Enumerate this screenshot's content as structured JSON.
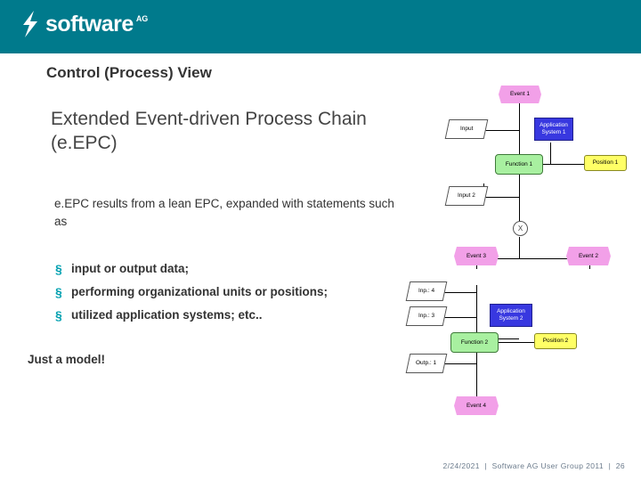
{
  "header": {
    "logo_text": "software",
    "logo_suffix": "AG",
    "logo_icon": "lightning-bolt-icon",
    "band_color": "#007a8c"
  },
  "slide": {
    "title": "Control (Process) View",
    "subtitle": "Extended Event-driven Process Chain (e.EPC)",
    "body": "e.EPC results from a lean EPC, expanded with statements such as",
    "bullets": [
      "input or output data;",
      "performing organizational units or positions;",
      "utilized application systems; etc.."
    ],
    "bullet_marker": "§",
    "closing_line": "Just a model!"
  },
  "footer": {
    "date": "2/24/2021",
    "sep1": "|",
    "source": "Software AG User Group 2011",
    "sep2": "|",
    "page": "26"
  },
  "diagram": {
    "title": "eEPC-diagram",
    "nodes": [
      {
        "id": "event1",
        "label": "Event 1",
        "type": "event"
      },
      {
        "id": "input1",
        "label": "Input",
        "type": "data"
      },
      {
        "id": "appsys1",
        "label": "Application\nSystem 1",
        "type": "app"
      },
      {
        "id": "function1",
        "label": "Function 1",
        "type": "function"
      },
      {
        "id": "position1",
        "label": "Position 1",
        "type": "position"
      },
      {
        "id": "input2",
        "label": "Input 2",
        "type": "data"
      },
      {
        "id": "operator",
        "label": "X",
        "type": "operator"
      },
      {
        "id": "event3",
        "label": "Event 3",
        "type": "event"
      },
      {
        "id": "event2",
        "label": "Event 2",
        "type": "event"
      },
      {
        "id": "input4",
        "label": "Inp.: 4",
        "type": "data"
      },
      {
        "id": "input3",
        "label": "Inp.: 3",
        "type": "data"
      },
      {
        "id": "appsys2",
        "label": "Application\nSystem 2",
        "type": "app"
      },
      {
        "id": "function2",
        "label": "Function 2",
        "type": "function"
      },
      {
        "id": "position2",
        "label": "Position 2",
        "type": "position"
      },
      {
        "id": "output1",
        "label": "Outp.: 1",
        "type": "data"
      },
      {
        "id": "event4",
        "label": "Event 4",
        "type": "event"
      }
    ],
    "colors": {
      "event": "#f2a0e8",
      "function": "#a8f0a0",
      "data": "#ffffff",
      "application": "#3838e0",
      "position": "#ffff66"
    }
  }
}
